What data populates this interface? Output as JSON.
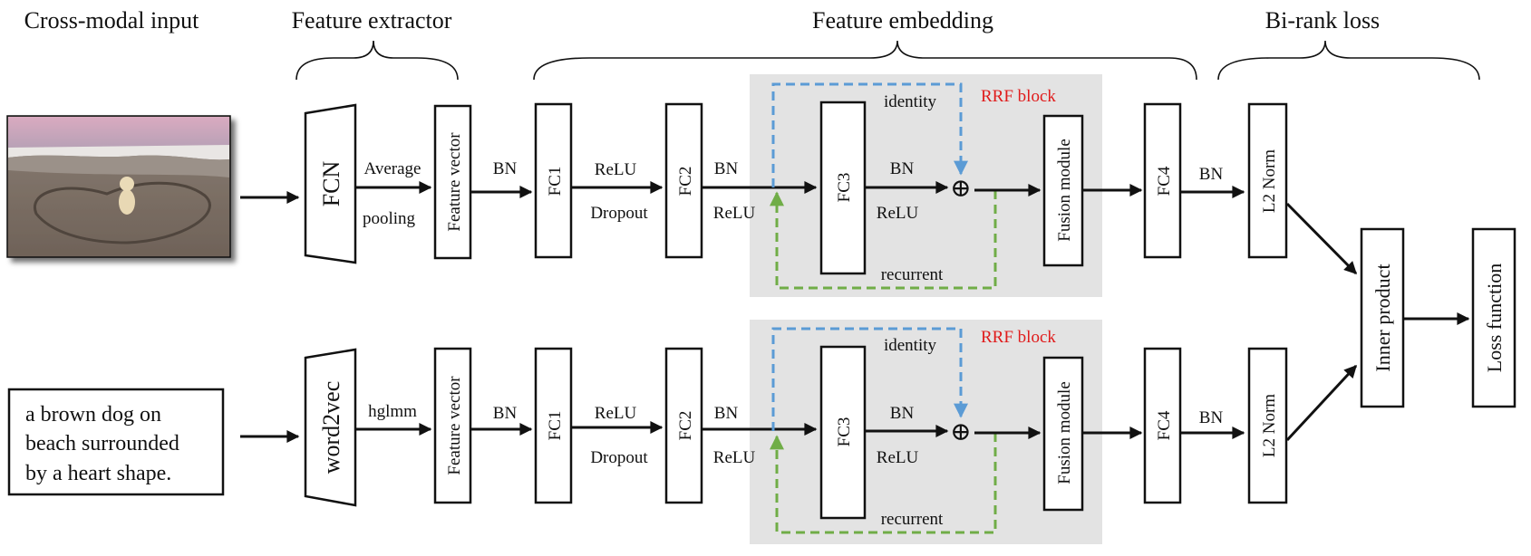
{
  "headers": {
    "input": "Cross-modal input",
    "extractor": "Feature extractor",
    "embedding": "Feature embedding",
    "loss": "Bi-rank loss"
  },
  "caption_text": [
    "a brown dog on",
    "beach surrounded",
    "by a heart shape."
  ],
  "top_row": {
    "extractor": "FCN",
    "pool_label_1": "Average",
    "pool_label_2": "pooling",
    "feature_vector": "Feature vector",
    "bn1": "BN",
    "fc1": "FC1",
    "relu1": "ReLU",
    "dropout": "Dropout",
    "fc2": "FC2",
    "bn2": "BN",
    "relu2": "ReLU",
    "identity": "identity",
    "rrf_block": "RRF block",
    "fc3": "FC3",
    "bn3": "BN",
    "relu3": "ReLU",
    "plus": "⊕",
    "recurrent": "recurrent",
    "fusion": "Fusion module",
    "fc4": "FC4",
    "bn4": "BN",
    "l2norm": "L2 Norm"
  },
  "bottom_row": {
    "extractor": "word2vec",
    "pool_label": "hglmm",
    "feature_vector": "Feature vector",
    "bn1": "BN",
    "fc1": "FC1",
    "relu1": "ReLU",
    "dropout": "Dropout",
    "fc2": "FC2",
    "bn2": "BN",
    "relu2": "ReLU",
    "identity": "identity",
    "rrf_block": "RRF block",
    "fc3": "FC3",
    "bn3": "BN",
    "relu3": "ReLU",
    "plus": "⊕",
    "recurrent": "recurrent",
    "fusion": "Fusion module",
    "fc4": "FC4",
    "bn4": "BN",
    "l2norm": "L2 Norm"
  },
  "loss_block": {
    "inner_product": "Inner product",
    "loss_function": "Loss function"
  },
  "colors": {
    "rrf_background": "#e3e3e3",
    "rrf_label": "#e01b1b",
    "identity_line": "#5b9bd5",
    "recurrent_line": "#70ad47",
    "stroke": "#111111"
  }
}
